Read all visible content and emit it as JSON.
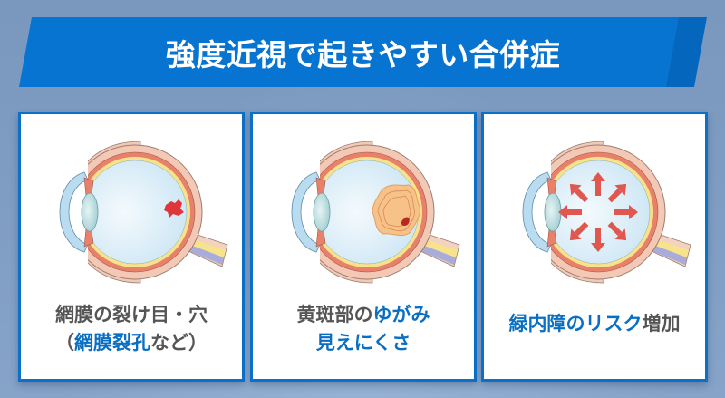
{
  "header": {
    "title": "強度近視で起きやすい合併症",
    "bg_color": "#0774d1"
  },
  "cards": [
    {
      "illustration": "eye-cross-section-retinal-tear",
      "caption_line1": "網膜の裂け目・穴",
      "caption_line2_open": "（",
      "caption_line2_highlight": "網膜裂孔",
      "caption_line2_rest": "など）"
    },
    {
      "illustration": "eye-cross-section-macular-distortion",
      "caption_line1_gray": "黄斑部の",
      "caption_line1_highlight": "ゆがみ",
      "caption_line2_highlight": "見えにくさ"
    },
    {
      "illustration": "eye-cross-section-glaucoma-pressure",
      "caption_highlight": "緑内障のリスク",
      "caption_gray": "増加"
    }
  ],
  "colors": {
    "accent_blue": "#0a6fc2",
    "text_gray": "#555555",
    "card_border": "#0a70c8",
    "tear_red": "#e0363a",
    "arrow_red": "#e0574f"
  }
}
